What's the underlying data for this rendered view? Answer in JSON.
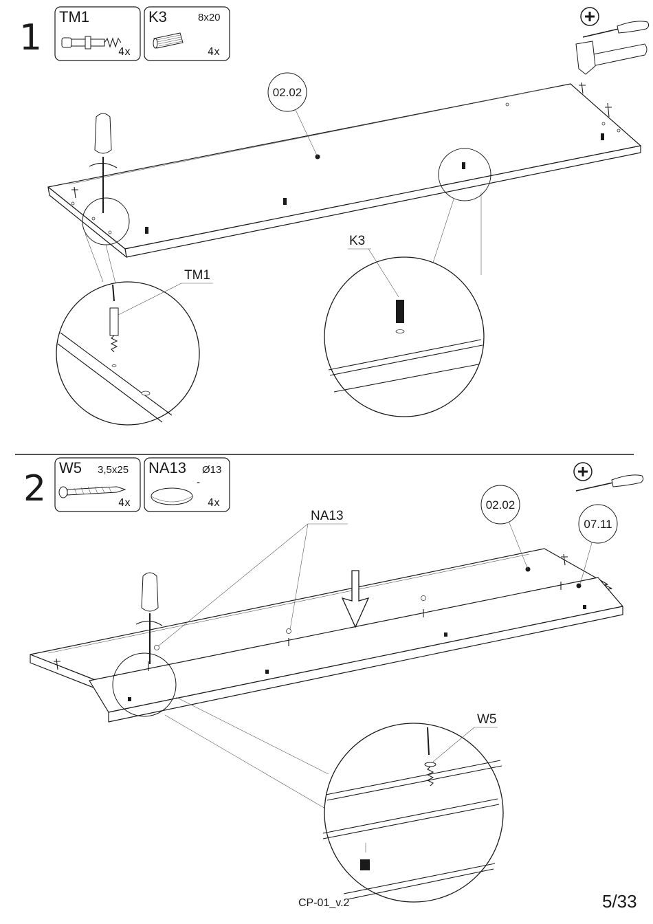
{
  "steps": [
    {
      "number": "1",
      "parts": [
        {
          "code": "TM1",
          "spec": "",
          "qty": "4x"
        },
        {
          "code": "K3",
          "spec": "8x20",
          "qty": "4x"
        }
      ],
      "panel_ref": "02.02",
      "callouts": {
        "dowel": "K3",
        "cam_bolt": "TM1"
      },
      "tools": [
        "plus-icon",
        "screwdriver-icon",
        "hammer-icon"
      ]
    },
    {
      "number": "2",
      "parts": [
        {
          "code": "W5",
          "spec": "3,5x25",
          "qty": "4x"
        },
        {
          "code": "NA13",
          "spec": "Ø13",
          "spec2": "-",
          "qty": "4x"
        }
      ],
      "panel_refs": [
        "02.02",
        "07.11"
      ],
      "callouts": {
        "cap": "NA13",
        "screw": "W5"
      },
      "tools": [
        "plus-icon",
        "screwdriver-icon"
      ]
    }
  ],
  "footer": {
    "code": "CP-01_v.2",
    "page": "5/33"
  }
}
